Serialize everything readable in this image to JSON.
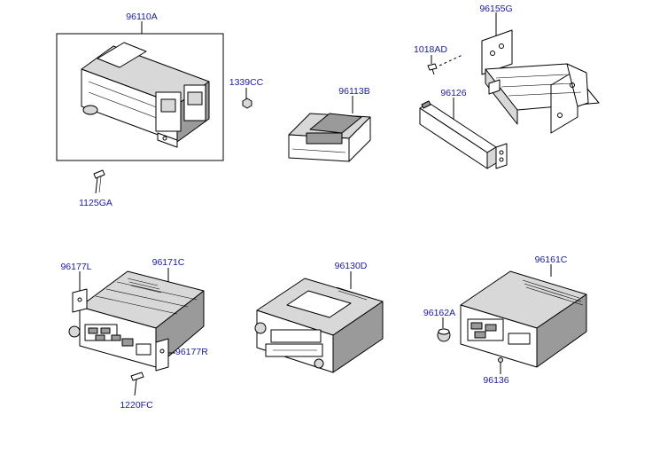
{
  "labels": {
    "l96110A": "96110A",
    "l1339CC": "1339CC",
    "l96113B": "96113B",
    "l96155G": "96155G",
    "l1018AD": "1018AD",
    "l96126": "96126",
    "l1125GA": "1125GA",
    "l96177L": "96177L",
    "l96171C": "96171C",
    "l96177R": "96177R",
    "l1220FC": "1220FC",
    "l96130D": "96130D",
    "l96161C": "96161C",
    "l96162A": "96162A",
    "l96136": "96136"
  },
  "colors": {
    "label": "#1a1aa0",
    "line": "#000000",
    "background": "#ffffff"
  }
}
